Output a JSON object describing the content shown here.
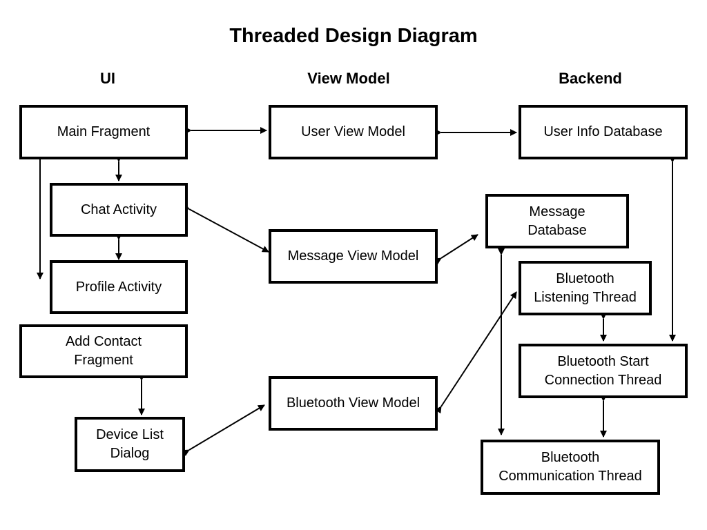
{
  "title": "Threaded Design Diagram",
  "columns": {
    "ui": "UI",
    "view_model": "View Model",
    "backend": "Backend"
  },
  "nodes": {
    "main_fragment": "Main Fragment",
    "chat_activity": "Chat Activity",
    "profile_activity": "Profile Activity",
    "add_contact_fragment": "Add Contact\nFragment",
    "device_list_dialog": "Device List\nDialog",
    "user_view_model": "User View Model",
    "message_view_model": "Message View Model",
    "bluetooth_view_model": "Bluetooth View Model",
    "user_info_database": "User Info Database",
    "message_database": "Message\nDatabase",
    "bluetooth_listening_thread": "Bluetooth\nListening Thread",
    "bluetooth_start_connection_thread": "Bluetooth Start\nConnection Thread",
    "bluetooth_communication_thread": "Bluetooth\nCommunication Thread"
  },
  "connections": [
    [
      "main_fragment",
      "user_view_model"
    ],
    [
      "user_view_model",
      "user_info_database"
    ],
    [
      "main_fragment",
      "chat_activity"
    ],
    [
      "chat_activity",
      "profile_activity"
    ],
    [
      "main_fragment",
      "profile_activity"
    ],
    [
      "chat_activity",
      "message_view_model"
    ],
    [
      "message_view_model",
      "message_database"
    ],
    [
      "add_contact_fragment",
      "device_list_dialog"
    ],
    [
      "device_list_dialog",
      "bluetooth_view_model"
    ],
    [
      "bluetooth_view_model",
      "bluetooth_listening_thread"
    ],
    [
      "bluetooth_listening_thread",
      "bluetooth_start_connection_thread"
    ],
    [
      "bluetooth_start_connection_thread",
      "bluetooth_communication_thread"
    ],
    [
      "user_info_database",
      "bluetooth_start_connection_thread"
    ],
    [
      "message_database",
      "bluetooth_communication_thread"
    ]
  ],
  "colors": {
    "stroke": "#000000",
    "background": "#ffffff"
  }
}
